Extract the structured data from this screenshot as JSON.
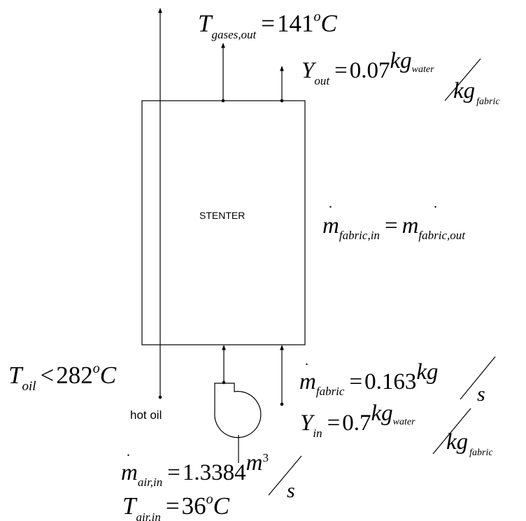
{
  "block": {
    "label": "STENTER"
  },
  "hot_oil_label": "hot oil",
  "eq_gases_out": {
    "sym": "T",
    "sub": "gases,out",
    "op": "=",
    "value": "141",
    "deg": "o",
    "unit": "C"
  },
  "eq_y_out": {
    "sym": "Y",
    "sub": "out",
    "op": "=",
    "value": "0.07",
    "num": "kg",
    "num_sub": "water",
    "den": "kg",
    "den_sub": "fabric"
  },
  "eq_mass_balance": {
    "lhs": "m",
    "lhs_sub": "fabric,in",
    "op": "=",
    "rhs": "m",
    "rhs_sub": "fabric,out",
    "dot": "."
  },
  "eq_oil": {
    "sym": "T",
    "sub": "oil",
    "op": "<",
    "value": "282",
    "deg": "o",
    "unit": "C"
  },
  "eq_m_fabric": {
    "sym": "m",
    "sub": "fabric",
    "op": "=",
    "value": "0.163",
    "num": "kg",
    "den": "s",
    "dot": "."
  },
  "eq_y_in": {
    "sym": "Y",
    "sub": "in",
    "op": "=",
    "value": "0.7",
    "num": "kg",
    "num_sub": "water",
    "den": "kg",
    "den_sub": "fabric"
  },
  "eq_m_air": {
    "sym": "m",
    "sub": "air,in",
    "op": "=",
    "value": "1.3384",
    "num": "m",
    "num_sup": "3",
    "den": "s",
    "dot": "."
  },
  "eq_t_air": {
    "sym": "T",
    "sub": "air.in",
    "op": "=",
    "value": "36",
    "deg": "o",
    "unit": "C"
  }
}
